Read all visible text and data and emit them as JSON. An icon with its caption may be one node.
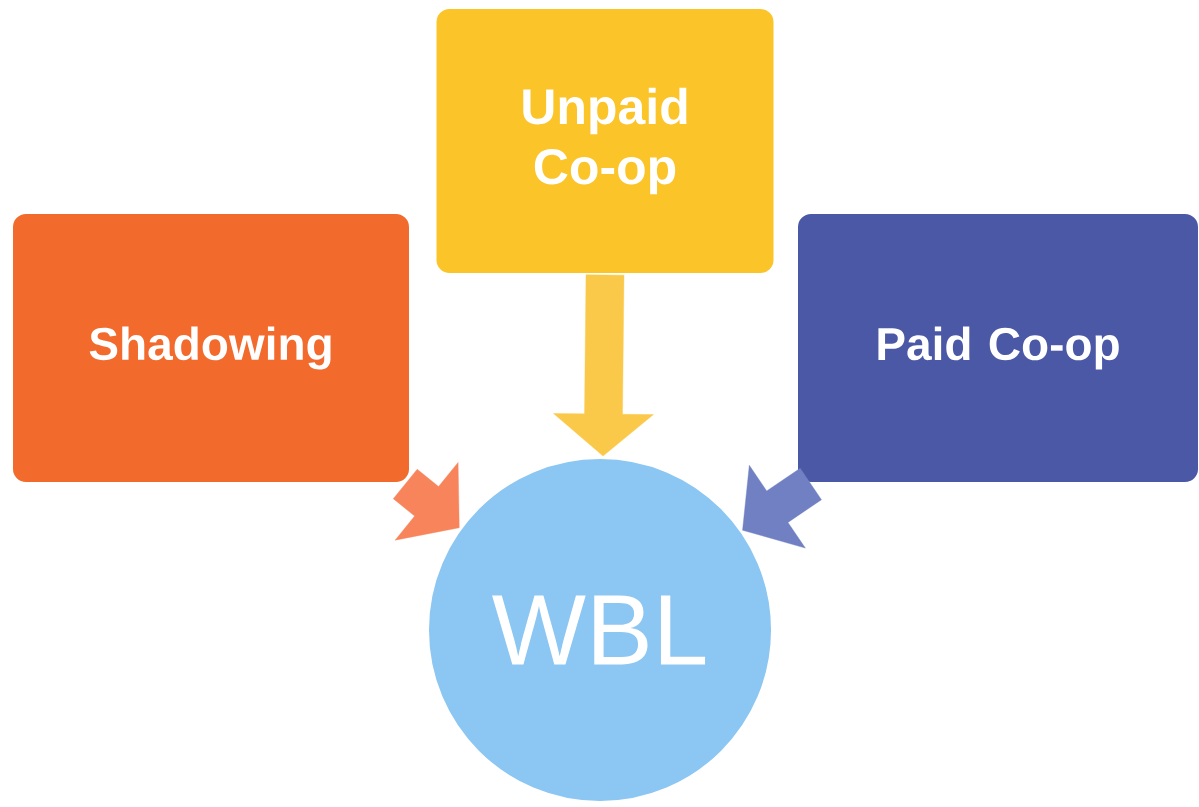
{
  "diagram": {
    "nodes": [
      {
        "text": [
          "Shadowing"
        ]
      },
      {
        "text": [
          "Unpaid Co-op"
        ]
      },
      {
        "text": [
          "Paid Co-op"
        ]
      },
      {
        "text": [
          "WBL"
        ]
      }
    ],
    "edges": [
      {
        "from": 0,
        "to": 3,
        "arrow": "to",
        "color": "#f7845a"
      },
      {
        "from": 1,
        "to": 3,
        "arrow": "to",
        "color": "#fbc94a"
      },
      {
        "from": 2,
        "to": 3,
        "arrow": "to",
        "color": "#7080c2"
      }
    ]
  }
}
